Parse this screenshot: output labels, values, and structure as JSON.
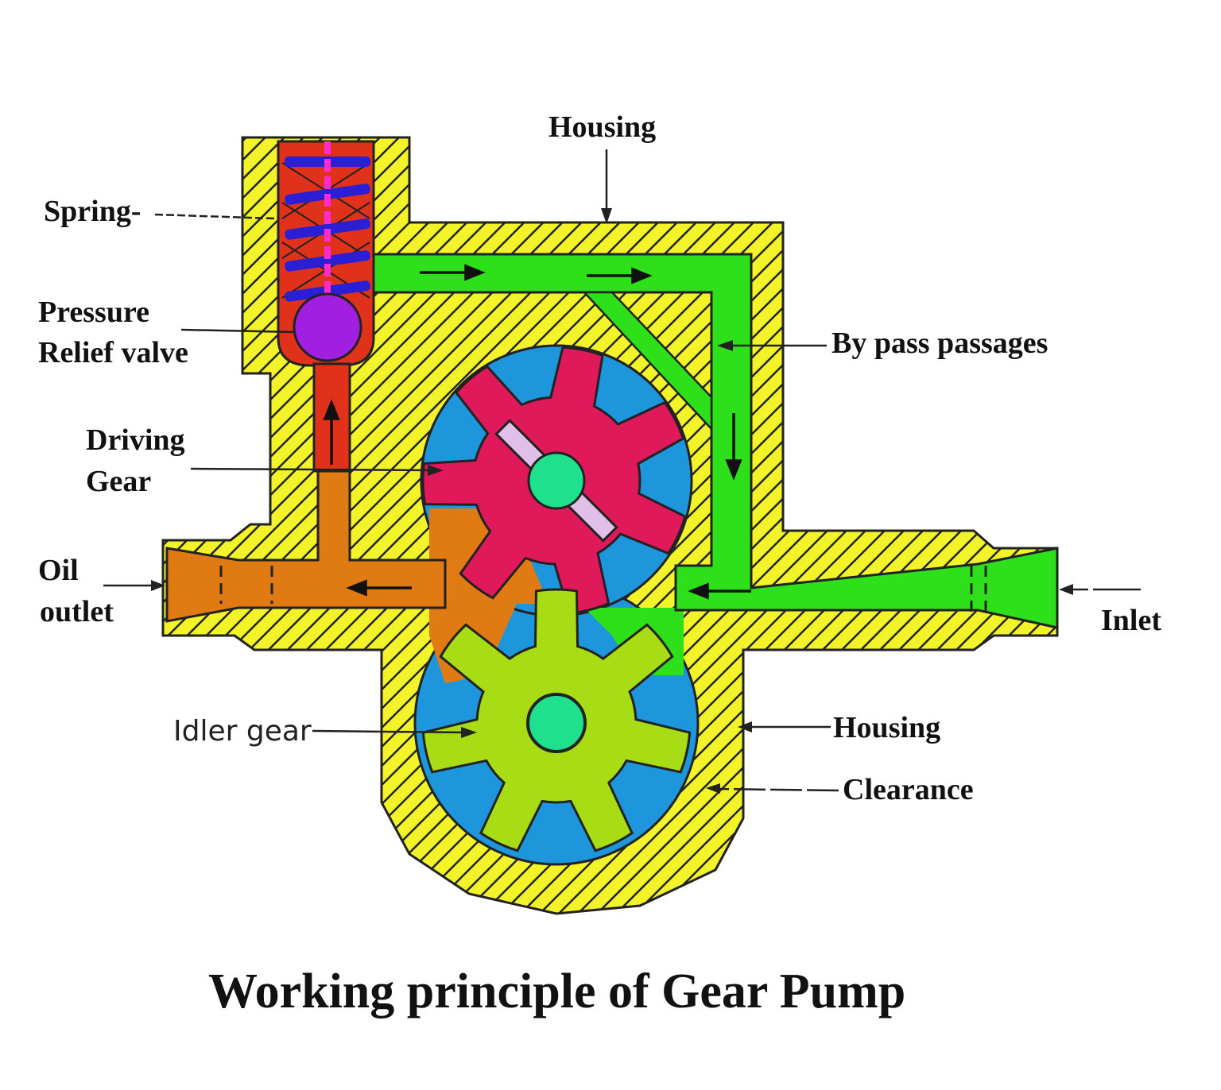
{
  "title": "Working principle of Gear Pump",
  "labels": {
    "housing_top": "Housing",
    "spring": "Spring-",
    "relief_1": "Pressure",
    "relief_2": "Relief valve",
    "bypass": "By pass passages",
    "driving_1": "Driving",
    "driving_2": "Gear",
    "outlet_1": "Oil",
    "outlet_2": "outlet",
    "inlet": "Inlet",
    "idler": "Idler gear",
    "housing_bottom": "Housing",
    "clearance": "Clearance"
  },
  "colors": {
    "housing": "#f3f32a",
    "hatch": "#222222",
    "bypass_green": "#2ee01a",
    "outlet_orange": "#e07a12",
    "relief_red": "#e0311a",
    "spring_blue": "#2b1fd6",
    "valve_ball": "#a01fe0",
    "cavity_blue": "#1e96dc",
    "driving_gear": "#e0195a",
    "idler_gear": "#a8dc14",
    "shaft": "#1fe08c",
    "key": "#e0c0e8"
  }
}
